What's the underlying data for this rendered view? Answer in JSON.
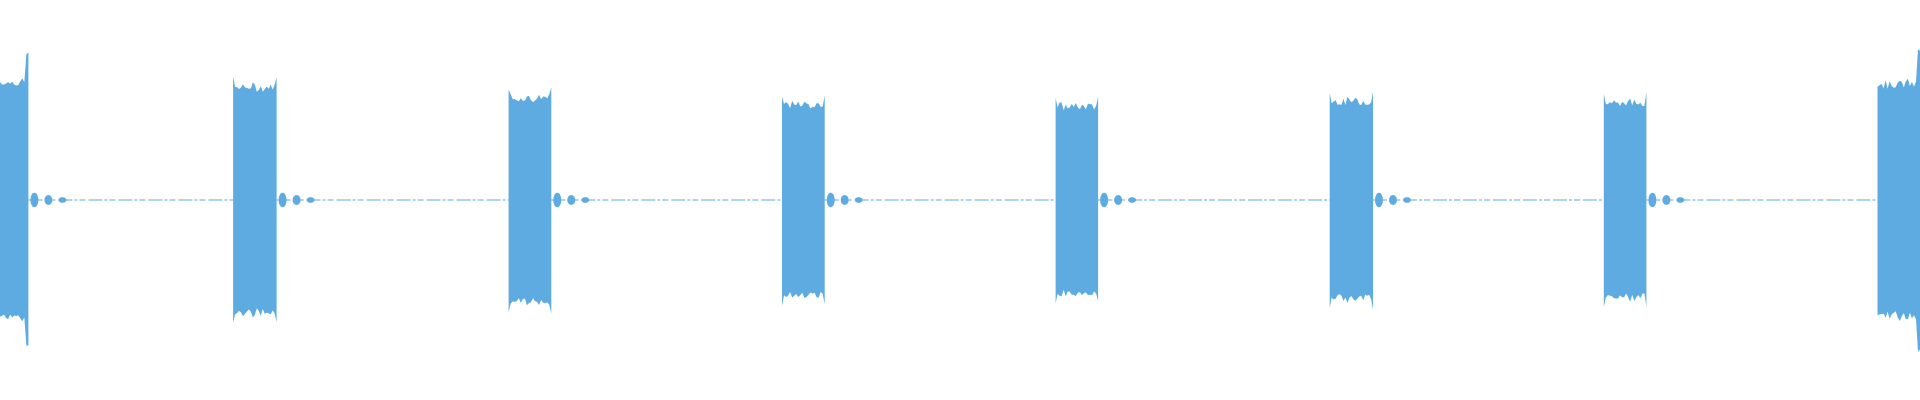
{
  "waveform": {
    "color": "#5eabe2",
    "background": "#ffffff",
    "bursts": [
      {
        "start_s": 0.0,
        "end_s": 0.205,
        "amplitude": 0.67,
        "tail": "leading"
      },
      {
        "start_s": 1.683,
        "end_s": 1.997,
        "amplitude": 0.64
      },
      {
        "start_s": 3.672,
        "end_s": 3.98,
        "amplitude": 0.58
      },
      {
        "start_s": 5.646,
        "end_s": 5.954,
        "amplitude": 0.54
      },
      {
        "start_s": 7.621,
        "end_s": 7.928,
        "amplitude": 0.53
      },
      {
        "start_s": 9.6,
        "end_s": 9.913,
        "amplitude": 0.56
      },
      {
        "start_s": 11.579,
        "end_s": 11.887,
        "amplitude": 0.55
      },
      {
        "start_s": 13.555,
        "end_s": 13.862,
        "amplitude": 0.66,
        "tail": "trailing"
      }
    ],
    "duration_s": 13.862,
    "gap_noise_level": 0.012
  }
}
